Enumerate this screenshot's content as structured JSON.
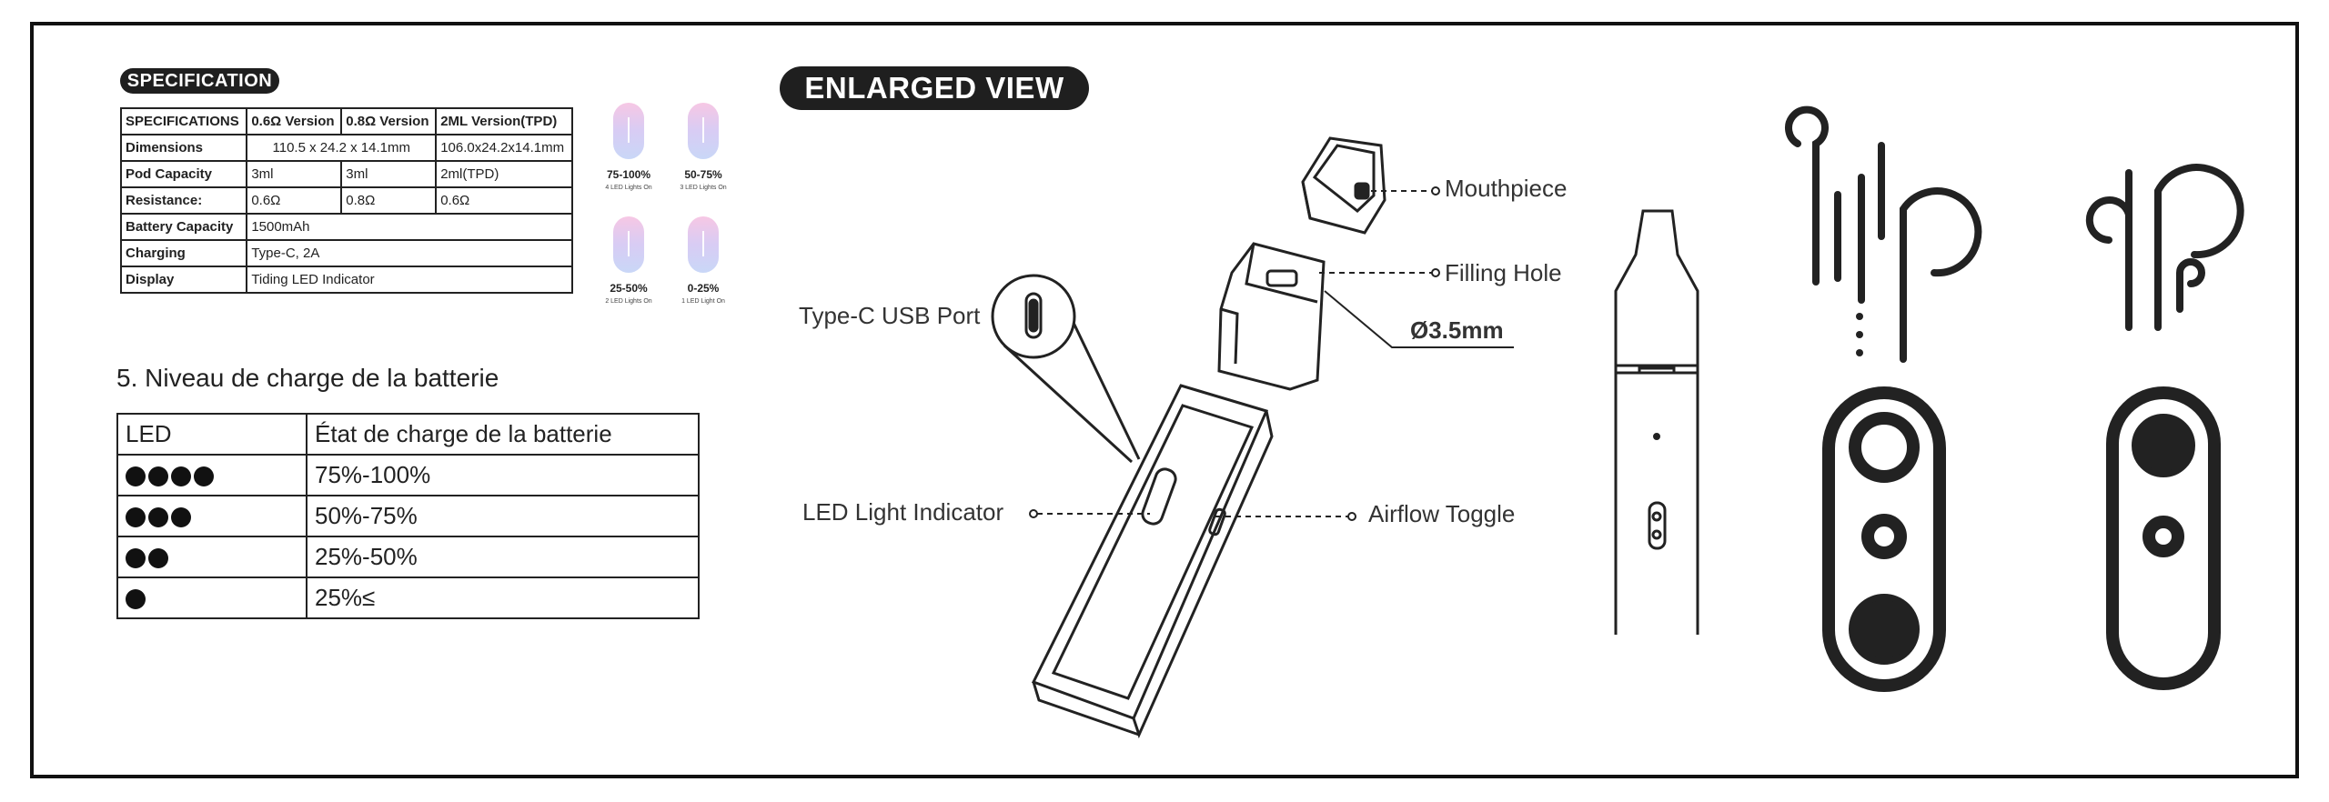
{
  "specification_pill": "SPECIFICATION",
  "enlarged_pill": "ENLARGED VIEW",
  "spec_table": {
    "header": [
      "SPECIFICATIONS",
      "0.6Ω Version",
      "0.8Ω Version",
      "2ML Version(TPD)"
    ],
    "dimensions": [
      "Dimensions",
      "110.5 x 24.2 x 14.1mm",
      "106.0x24.2x14.1mm"
    ],
    "pod_capacity": [
      "Pod Capacity",
      "3ml",
      "3ml",
      "2ml(TPD)"
    ],
    "resistance": [
      "Resistance:",
      "0.6Ω",
      "0.8Ω",
      "0.6Ω"
    ],
    "battery": [
      "Battery Capacity",
      "1500mAh"
    ],
    "charging": [
      "Charging",
      "Type-C, 2A"
    ],
    "display": [
      "Display",
      "Tiding LED Indicator"
    ]
  },
  "battery_levels": [
    {
      "pct": "75-100%",
      "sub": "4 LED Lights On"
    },
    {
      "pct": "50-75%",
      "sub": "3 LED Lights On"
    },
    {
      "pct": "25-50%",
      "sub": "2 LED Lights On"
    },
    {
      "pct": "0-25%",
      "sub": "1 LED Light On"
    }
  ],
  "niveau_title": "5. Niveau de charge de la batterie",
  "led_table": {
    "col1": "LED",
    "col2": "État de charge de la batterie",
    "rows": [
      {
        "dots": 4,
        "state": "75%-100%"
      },
      {
        "dots": 3,
        "state": "50%-75%"
      },
      {
        "dots": 2,
        "state": "25%-50%"
      },
      {
        "dots": 1,
        "state": "25%≤"
      }
    ]
  },
  "callouts": {
    "mouthpiece": "Mouthpiece",
    "filling_hole": "Filling Hole",
    "diameter": "Ø3.5mm",
    "usb_port": "Type-C USB Port",
    "led_indicator": "LED Light Indicator",
    "airflow": "Airflow Toggle"
  }
}
